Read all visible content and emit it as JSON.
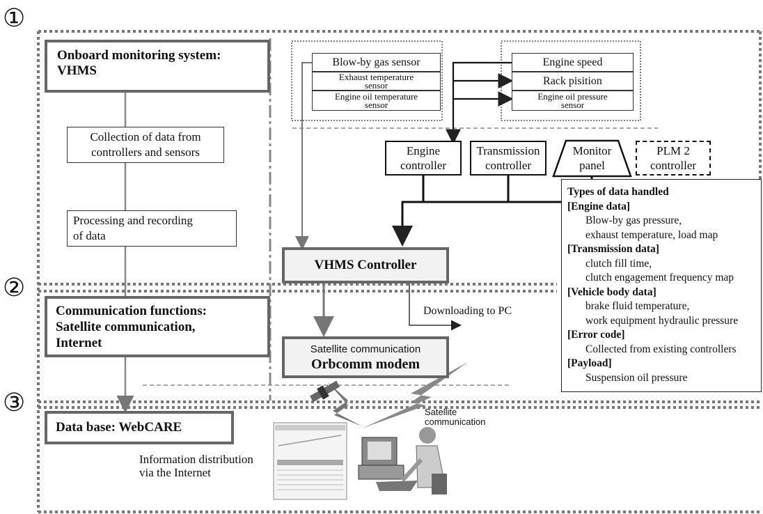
{
  "steps": {
    "s1": "①",
    "s2": "②",
    "s3": "③"
  },
  "left": {
    "onboard": "Onboard monitoring system:\nVHMS",
    "collection": "Collection of data from\ncontrollers and sensors",
    "processing": "Processing and recording\nof data",
    "communication": "Communication functions:\nSatellite communication,\nInternet",
    "database": "Data base: WebCARE",
    "info_distribution": "Information distribution\nvia the Internet"
  },
  "sensors_left": [
    "Blow-by gas sensor",
    "Exhaust temperature\nsensor",
    "Engine oil temperature\nsensor"
  ],
  "sensors_right": [
    "Engine speed",
    "Rack pisition",
    "Engine oil pressure\nsensor"
  ],
  "controllers": {
    "engine": "Engine\ncontroller",
    "transmission": "Transmission\ncontroller",
    "monitor": "Monitor\npanel",
    "plm": "PLM 2\ncontroller"
  },
  "vhms_controller": "VHMS Controller",
  "downloading": "Downloading to PC",
  "modem": {
    "line1": "Satellite communication",
    "line2": "Orbcomm modem"
  },
  "satellite_communication": "Satellite\ncommunication",
  "data_types": {
    "title": "Types of data handled",
    "groups": [
      {
        "heading": "[Engine data]",
        "items": [
          "Blow-by gas pressure,",
          "exhaust temperature, load map"
        ]
      },
      {
        "heading": "[Transmission data]",
        "items": [
          "clutch fill time,",
          "clutch engagement frequency map"
        ]
      },
      {
        "heading": "[Vehicle body data]",
        "items": [
          "brake fluid temperature,",
          "work equipment hydraulic pressure"
        ]
      },
      {
        "heading": "[Error code]",
        "items": [
          "Collected from existing controllers"
        ]
      },
      {
        "heading": "[Payload]",
        "items": [
          "Suspension oil pressure"
        ]
      }
    ]
  }
}
